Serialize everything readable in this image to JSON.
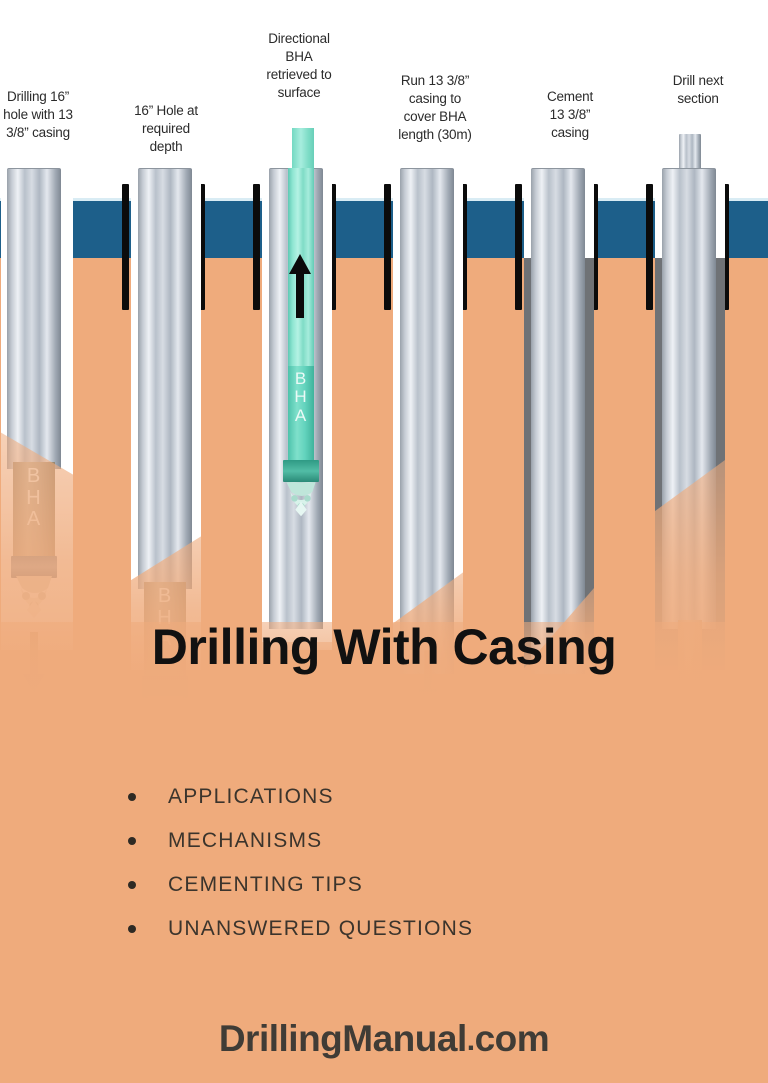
{
  "poster": {
    "title": "Drilling With Casing",
    "footer_brand": "DrillingManual",
    "footer_dot": ".",
    "footer_tld": "com",
    "bullets": [
      "APPLICATIONS",
      "MECHANISMS",
      "CEMENTING TIPS",
      "UNANSWERED QUESTIONS"
    ]
  },
  "colors": {
    "water": "#1d5f8a",
    "ground": "#efab7c",
    "sky": "#ffffff",
    "conductor": "#0b0b0b",
    "cement": "#6f7276",
    "bha_green": "#63d3bd",
    "bha_tan": "#b6a894",
    "title_text": "#111111",
    "bullet_text": "#3b342c",
    "footer_text": "#403c36",
    "caption_text": "#2b2b2b"
  },
  "diagram": {
    "type": "process-sequence",
    "caption_1": "Drilling 16”\nhole with 13\n3/8” casing",
    "caption_2": "16” Hole at\nrequired\ndepth",
    "caption_3": "Directional\nBHA\nretrieved to\nsurface",
    "caption_4": "Run 13 3/8”\ncasing to\ncover BHA\nlength (30m)",
    "caption_5": "Cement\n13 3/8”\ncasing",
    "caption_6": "Drill next\nsection",
    "bha_label": "BHA",
    "bha_letters": [
      "B",
      "H",
      "A"
    ],
    "steps": [
      {
        "id": "step-1",
        "label": "Drilling 16” hole with 13 3/8” casing"
      },
      {
        "id": "step-2",
        "label": "16” Hole at required depth"
      },
      {
        "id": "step-3",
        "label": "Directional BHA retrieved to surface"
      },
      {
        "id": "step-4",
        "label": "Run 13 3/8” casing to cover BHA length (30m)"
      },
      {
        "id": "step-5",
        "label": "Cement 13 3/8” casing"
      },
      {
        "id": "step-6",
        "label": "Drill next section"
      }
    ]
  }
}
